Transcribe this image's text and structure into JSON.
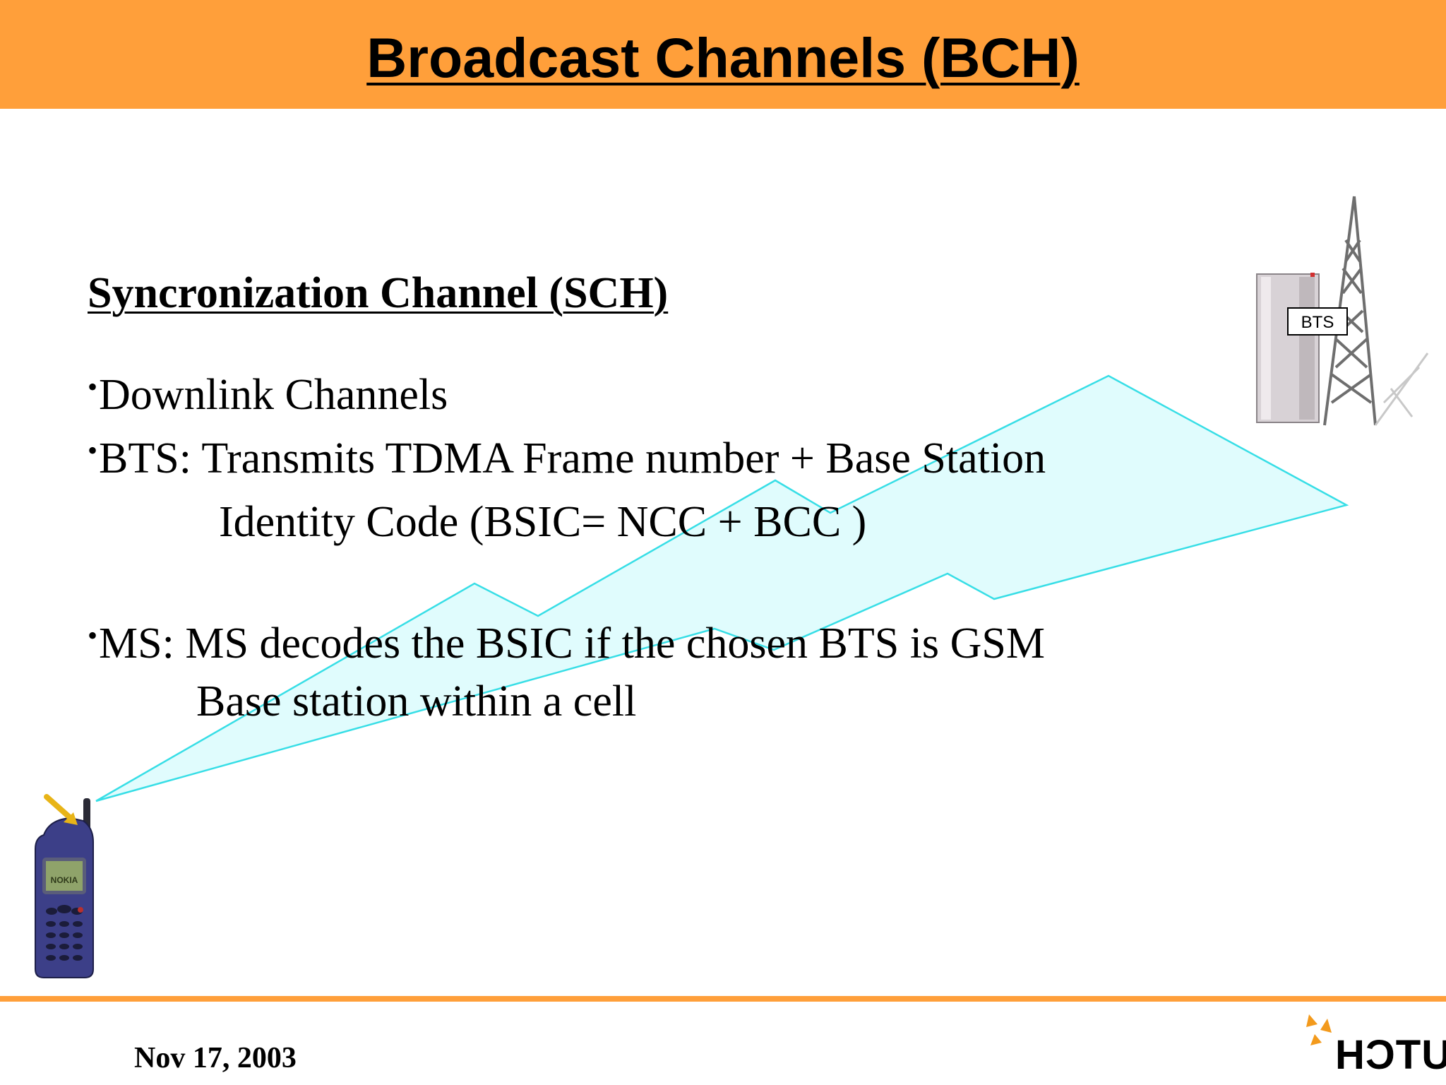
{
  "slide": {
    "title": "Broadcast Channels (BCH)",
    "heading": "Syncronization Channel (SCH)",
    "bullets": [
      {
        "marker": "•",
        "lines": [
          "Downlink Channels"
        ]
      },
      {
        "marker": "•",
        "lines": [
          "BTS: Transmits TDMA Frame number + Base Station",
          "Identity Code (BSIC= NCC + BCC )"
        ]
      },
      {
        "marker": "•",
        "lines": [
          "MS: MS decodes the BSIC if the chosen BTS is GSM",
          "Base station within a cell"
        ]
      }
    ]
  },
  "illustration": {
    "bts_label": "BTS",
    "phone_brand": "NOKIA"
  },
  "footer": {
    "date": "Nov 17, 2003",
    "logo_text": "HUTCH"
  },
  "colors": {
    "header_band": "#FF9F3A",
    "footer_rule": "#FF9F3A",
    "beam_fill": "#E0FCFD",
    "beam_stroke": "#37DEE6"
  }
}
